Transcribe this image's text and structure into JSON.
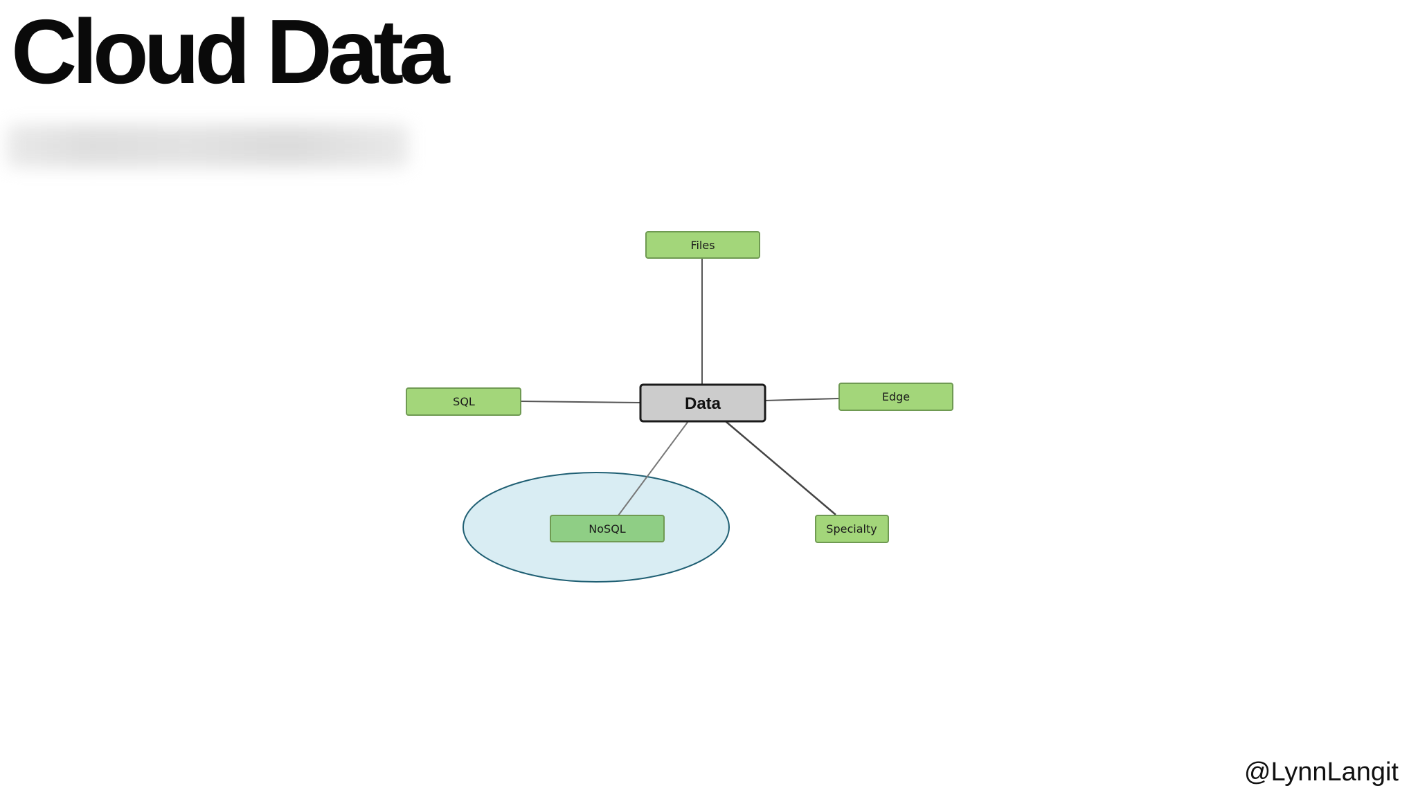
{
  "slide": {
    "title": "Cloud Data",
    "credit": "@LynnLangit"
  },
  "diagram": {
    "center": {
      "label": "Data"
    },
    "nodes": [
      {
        "id": "files",
        "label": "Files",
        "highlighted": false
      },
      {
        "id": "sql",
        "label": "SQL",
        "highlighted": false
      },
      {
        "id": "edge",
        "label": "Edge",
        "highlighted": false
      },
      {
        "id": "nosql",
        "label": "NoSQL",
        "highlighted": true
      },
      {
        "id": "specialty",
        "label": "Specialty",
        "highlighted": false
      }
    ]
  },
  "colors": {
    "node_fill": "#a3d67a",
    "node_fill_highlight": "#8fce85",
    "node_border": "#6f9a52",
    "center_fill": "#cccccc",
    "center_border": "#1a1a1a",
    "highlight_ellipse_fill": "#d9edf3",
    "highlight_ellipse_border": "#1f5f73",
    "connector": "#555555"
  }
}
